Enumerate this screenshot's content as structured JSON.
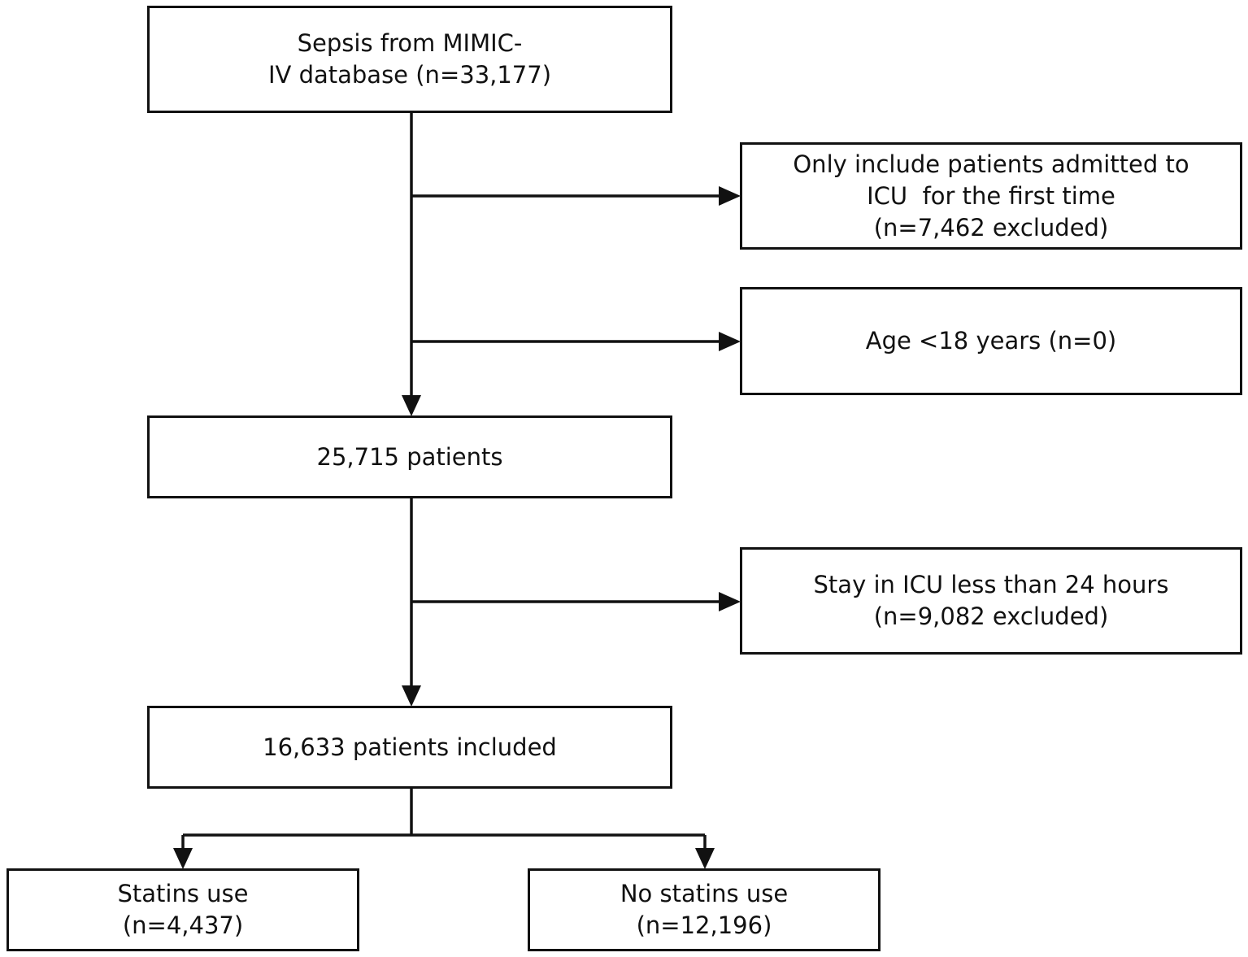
{
  "flowchart": {
    "source": {
      "line1": "Sepsis from MIMIC-",
      "line2": "IV database (n=33,177)"
    },
    "exclusion_first_icu": {
      "line1": "Only include patients admitted to",
      "line2": "ICU  for the first time",
      "line3": "(n=7,462 excluded)"
    },
    "exclusion_age": {
      "line1": "Age <18 years (n=0)"
    },
    "after_exclusion": {
      "line1": "25,715 patients"
    },
    "exclusion_icu_stay": {
      "line1": "Stay in ICU less than 24 hours",
      "line2": "(n=9,082 excluded)"
    },
    "included": {
      "line1": "16,633 patients included"
    },
    "statins_use": {
      "line1": "Statins use",
      "line2": "(n=4,437)"
    },
    "no_statins_use": {
      "line1": "No statins use",
      "line2": "(n=12,196)"
    }
  }
}
